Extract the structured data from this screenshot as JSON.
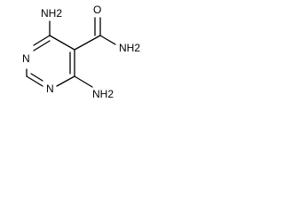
{
  "molecule": {
    "atoms": {
      "amine_top": "NH2",
      "amine_bottom": "NH2",
      "amide_nh2": "NH2",
      "carbonyl_o": "O",
      "ring_n_left": "N",
      "ring_n_bottom": "N"
    },
    "colors": {
      "bond": "#000000",
      "label": "#000000",
      "background": "#ffffff"
    }
  }
}
